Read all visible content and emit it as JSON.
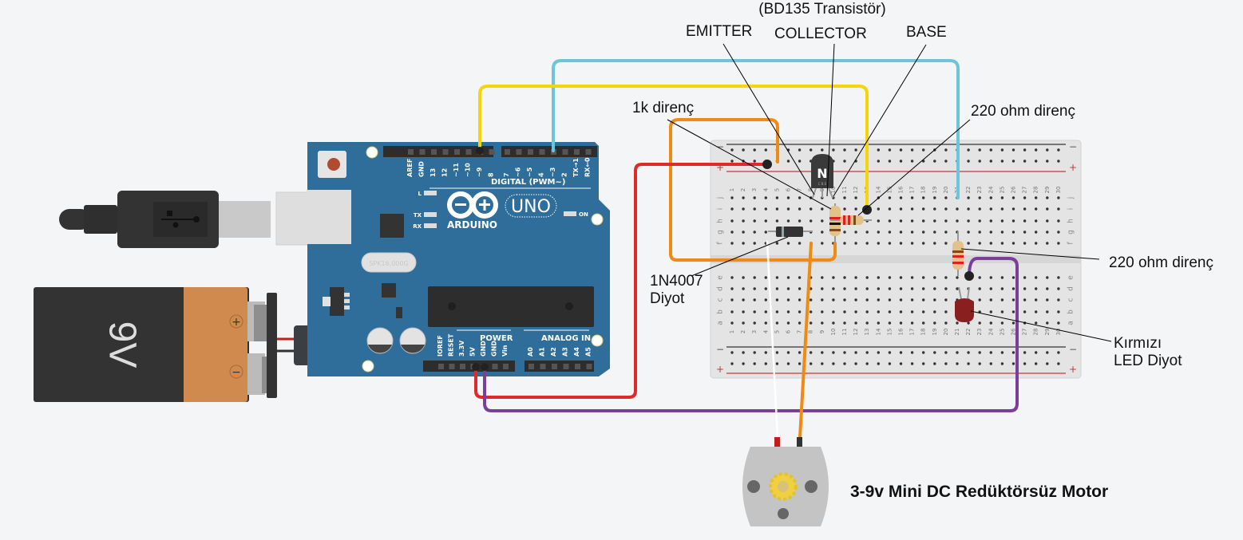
{
  "labels": {
    "transistor_title": "(BD135 Transistör)",
    "emitter": "EMITTER",
    "collector": "COLLECTOR",
    "base": "BASE",
    "resistor_1k": "1k direnç",
    "resistor_220_top": "220 ohm direnç",
    "resistor_220_right": "220 ohm direnç",
    "diode_line1": "1N4007",
    "diode_line2": "Diyot",
    "led_line1": "Kırmızı",
    "led_line2": "LED Diyot",
    "motor": "3-9v Mini DC Redüktörsüz Motor"
  },
  "arduino": {
    "brand": "ARDUINO",
    "model": "UNO",
    "crystal": "SPK16.000G",
    "digital_header": "DIGITAL (PWM~)",
    "digital_pins_left": [
      "AREF",
      "GND",
      "13",
      "12",
      "~11",
      "~10",
      "~9",
      "8"
    ],
    "digital_pins_right": [
      "7",
      "~6",
      "~5",
      "4",
      "~3",
      "2",
      "TX→1",
      "RX←0"
    ],
    "power_header": "POWER",
    "power_pins": [
      "IOREF",
      "RESET",
      "3.3V",
      "5V",
      "GND",
      "GND",
      "Vin"
    ],
    "analog_header": "ANALOG IN",
    "analog_pins": [
      "A0",
      "A1",
      "A2",
      "A3",
      "A4",
      "A5"
    ],
    "leds": [
      "L",
      "TX",
      "RX",
      "ON"
    ]
  },
  "battery": {
    "label": "9V",
    "plus": "+",
    "minus": "−"
  },
  "transistor": {
    "marking": "N",
    "pins": "C B E"
  },
  "breadboard": {
    "columns": 30,
    "rows_top": [
      "j",
      "i",
      "h",
      "g",
      "f"
    ],
    "rows_bottom": [
      "e",
      "d",
      "c",
      "b",
      "a"
    ],
    "rail_minus": "−",
    "rail_plus": "+"
  },
  "colors": {
    "background": "#f4f5f7",
    "arduino_board": "#2f6d9a",
    "wire_yellow": "#f5d40a",
    "wire_cyan": "#6cc5d8",
    "wire_red": "#e02a2a",
    "wire_orange": "#f08a12",
    "wire_purple": "#7b3f9a",
    "wire_white": "#ffffff",
    "battery_body": "#333333",
    "battery_cap": "#d08a4e",
    "led_red": "#8a1f1f",
    "motor_body": "#c4c4c4",
    "gear": "#f0d040"
  }
}
